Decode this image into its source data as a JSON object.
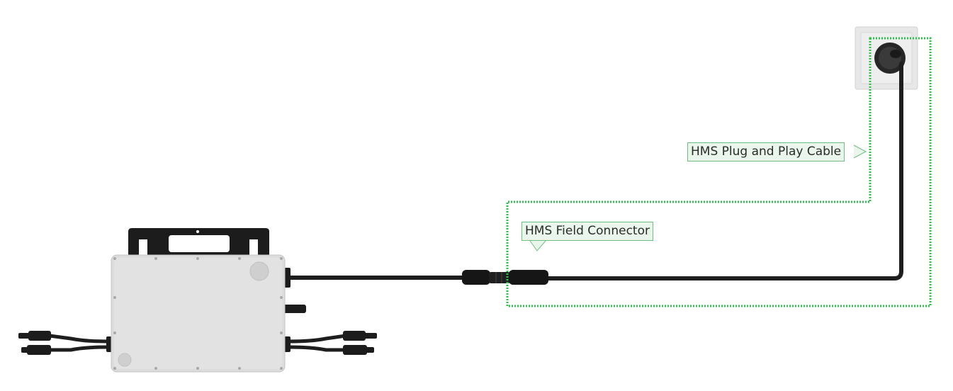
{
  "diagram": {
    "labels": {
      "plug_and_play_cable": "HMS Plug and Play Cable",
      "field_connector": "HMS Field Connector"
    },
    "components": [
      "microinverter",
      "dc-input-cables",
      "ac-output-cable",
      "field-connector",
      "plug-and-play-cable",
      "wall-socket"
    ],
    "colors": {
      "highlight_outline": "#2fbf4a",
      "label_fill": "#eaf5ec",
      "label_border": "#6cbf7f",
      "inverter_body": "#dcdcdc",
      "cable": "#1e1e1e",
      "socket_plate": "#e6e6e6"
    }
  }
}
